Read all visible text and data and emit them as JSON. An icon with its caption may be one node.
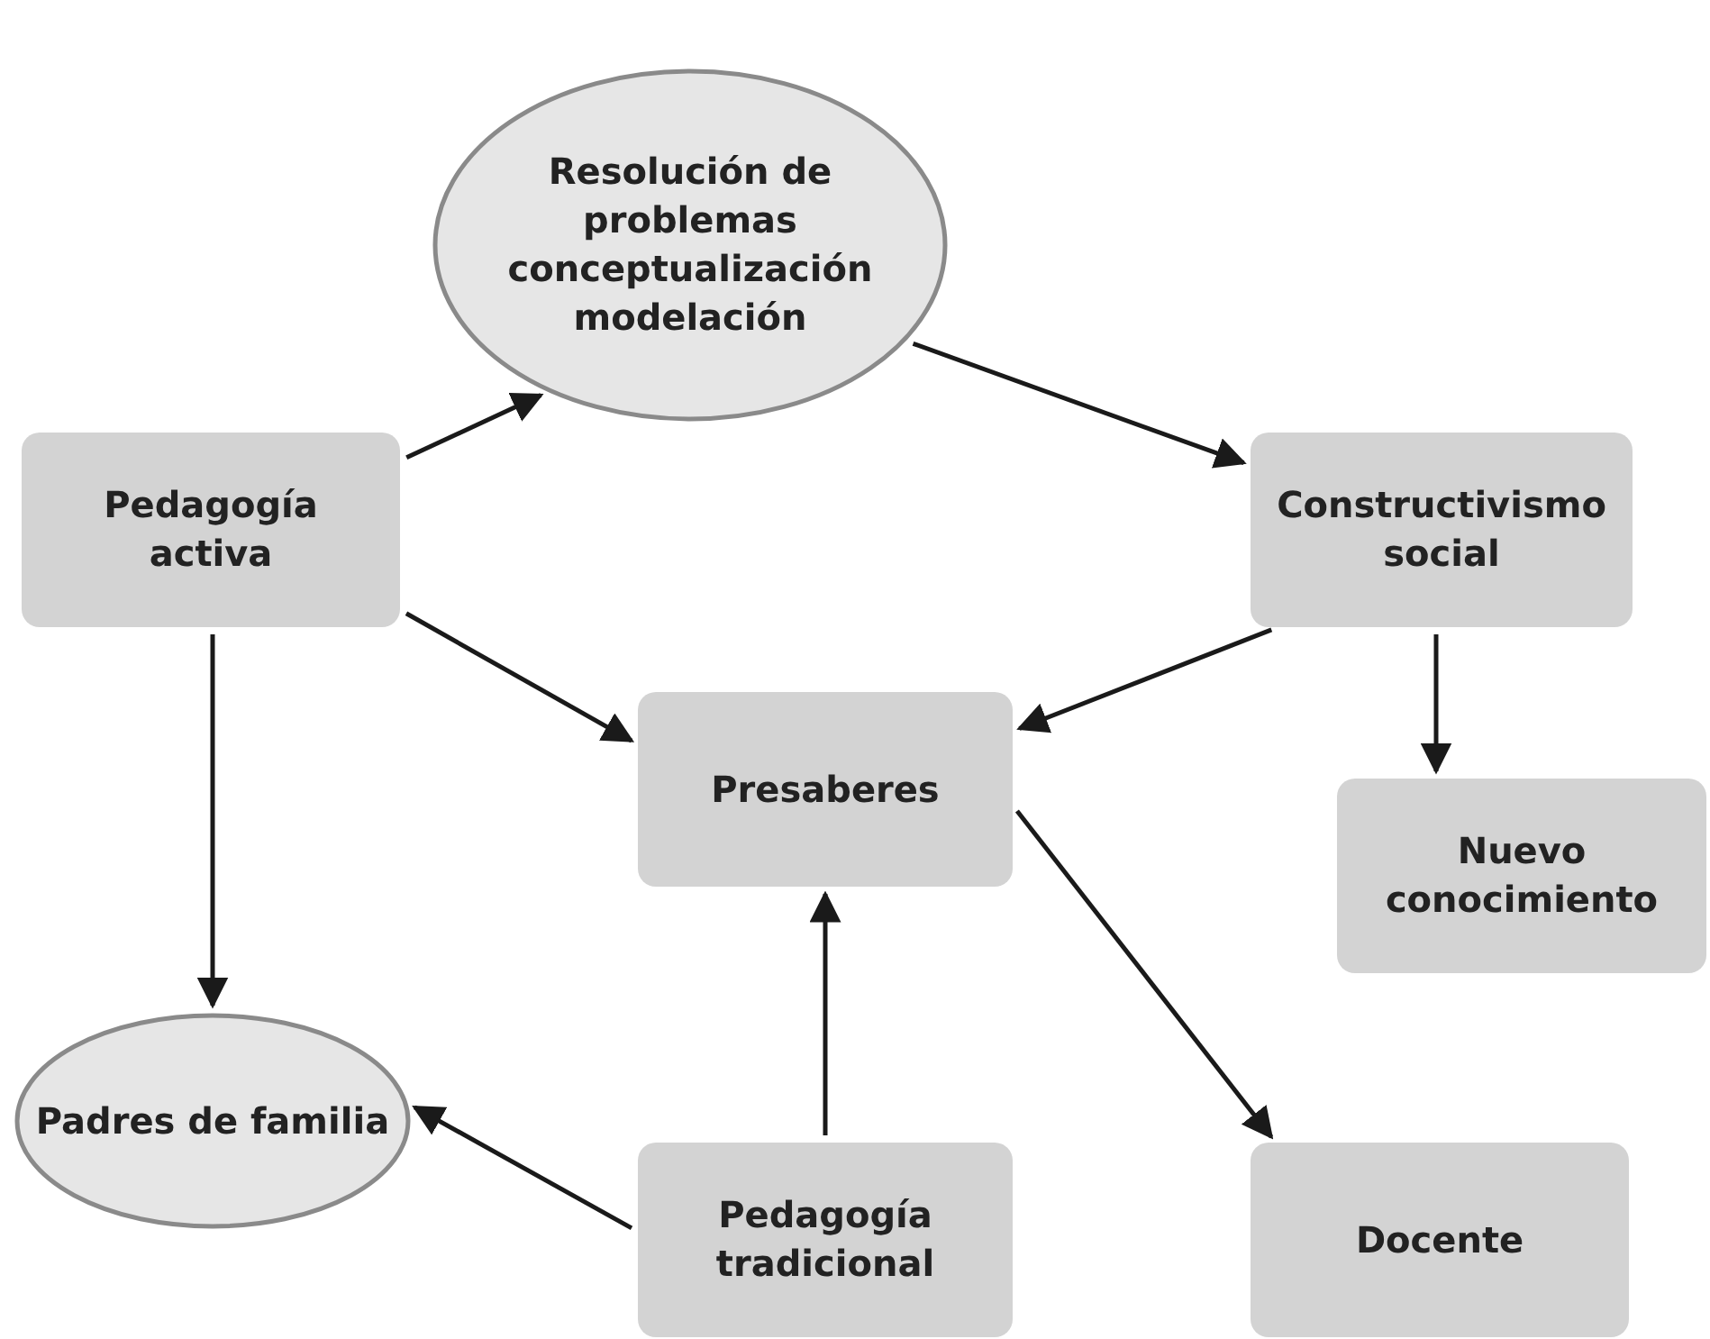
{
  "diagram": {
    "nodes": [
      {
        "text": [
          "Resolución de problemas conceptualización modelación"
        ]
      },
      {
        "text": [
          "Pedagogía activa"
        ]
      },
      {
        "text": [
          "Constructivismo social"
        ]
      },
      {
        "text": [
          "Presaberes"
        ]
      },
      {
        "text": [
          "Nuevo conocimiento"
        ]
      },
      {
        "text": [
          "Padres de familia"
        ]
      },
      {
        "text": [
          "Pedagogía tradicional"
        ]
      },
      {
        "text": [
          "Docente"
        ]
      }
    ],
    "edges": [
      {
        "from": 1,
        "to": 0,
        "arrow": "to"
      },
      {
        "from": 0,
        "to": 2,
        "arrow": "to"
      },
      {
        "from": 1,
        "to": 3,
        "arrow": "to"
      },
      {
        "from": 2,
        "to": 3,
        "arrow": "to"
      },
      {
        "from": 1,
        "to": 5,
        "arrow": "to"
      },
      {
        "from": 2,
        "to": 4,
        "arrow": "to"
      },
      {
        "from": 6,
        "to": 3,
        "arrow": "to"
      },
      {
        "from": 3,
        "to": 7,
        "arrow": "to"
      },
      {
        "from": 6,
        "to": 5,
        "arrow": "to"
      }
    ]
  }
}
